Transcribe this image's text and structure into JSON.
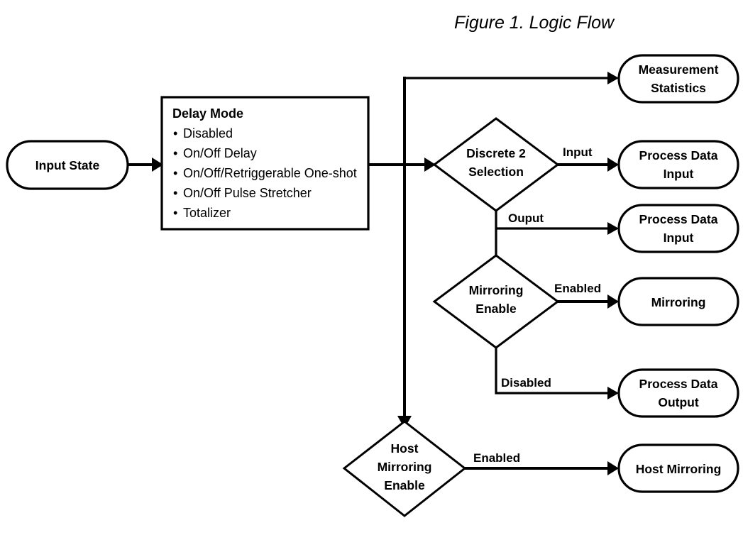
{
  "figure": {
    "title": "Figure 1. Logic Flow"
  },
  "nodes": {
    "input_state": {
      "label": "Input State"
    },
    "delay_mode": {
      "title": "Delay Mode",
      "items": [
        "Disabled",
        "On/Off Delay",
        "On/Off/Retriggerable One-shot",
        "On/Off Pulse Stretcher",
        "Totalizer"
      ],
      "bullet": "•"
    },
    "discrete2": {
      "line1": "Discrete 2",
      "line2": "Selection"
    },
    "mirroring_enable": {
      "line1": "Mirroring",
      "line2": "Enable"
    },
    "host_mirroring_enable": {
      "line1": "Host",
      "line2": "Mirroring",
      "line3": "Enable"
    },
    "measurement_statistics": {
      "line1": "Measurement",
      "line2": "Statistics"
    },
    "process_data_input_1": {
      "line1": "Process Data",
      "line2": "Input"
    },
    "process_data_input_2": {
      "line1": "Process Data",
      "line2": "Input"
    },
    "mirroring": {
      "line1": "Mirroring"
    },
    "process_data_output": {
      "line1": "Process Data",
      "line2": "Output"
    },
    "host_mirroring": {
      "line1": "Host Mirroring"
    }
  },
  "edge_labels": {
    "discrete2_input": "Input",
    "discrete2_output": "Ouput",
    "mirroring_enabled": "Enabled",
    "mirroring_disabled": "Disabled",
    "host_enabled": "Enabled"
  },
  "colors": {
    "stroke": "#000000",
    "fill": "#ffffff",
    "text": "#000000"
  }
}
